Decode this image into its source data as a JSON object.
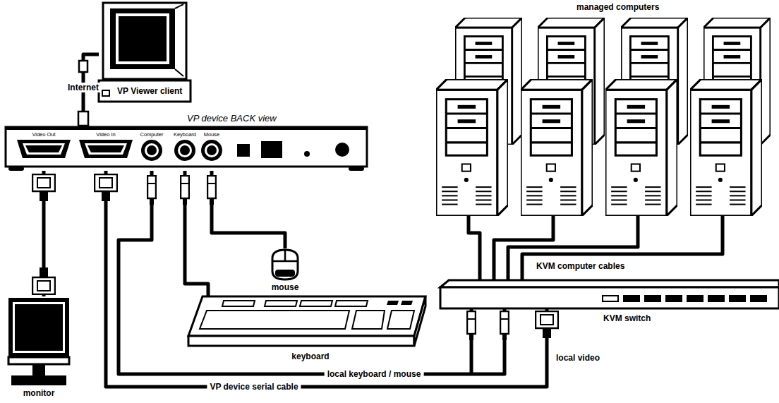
{
  "diagram": {
    "nodes": [
      {
        "text": [
          "VP Viewer client"
        ]
      },
      {
        "text": [
          "VP device BACK view",
          "Video Out",
          "Video In",
          "Computer",
          "Keyboard",
          "Mouse"
        ]
      },
      {
        "text": [
          "monitor"
        ]
      },
      {
        "text": [
          "mouse"
        ]
      },
      {
        "text": [
          "keyboard"
        ]
      },
      {
        "text": [
          "KVM switch"
        ]
      }
    ],
    "edges": [
      {
        "from": 0,
        "to": 1,
        "label": "Internet",
        "arrow": "none"
      },
      {
        "from": 1,
        "to": 2,
        "arrow": "none"
      },
      {
        "from": 1,
        "to": 3,
        "arrow": "none"
      },
      {
        "from": 1,
        "to": 4,
        "arrow": "none"
      },
      {
        "from": 1,
        "to": 5,
        "label": "local keyboard / mouse",
        "arrow": "none"
      },
      {
        "from": 1,
        "to": 5,
        "label": "VP device serial cable",
        "arrow": "none"
      }
    ],
    "labels": [
      "managed computers",
      "KVM computer cables",
      "local video"
    ]
  }
}
